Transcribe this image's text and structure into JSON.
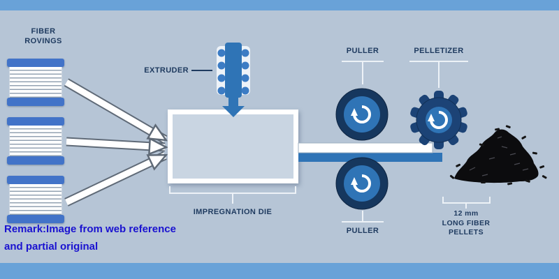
{
  "colors": {
    "top_bottom_band": "#69a2d8",
    "background": "#b6c5d6",
    "label_text": "#1e3a5f",
    "wheel_outer": "#16375e",
    "wheel_inner": "#2f74b6",
    "roving_cap_blue": "#4273c8",
    "strand_bar_blue": "#2f74b6",
    "remark_text_blue": "#1a12d0"
  },
  "labels": {
    "fiber_rovings": "FIBER\nROVINGS",
    "extruder": "EXTRUDER",
    "impregnation_die": "IMPREGNATION DIE",
    "puller_top": "PULLER",
    "puller_bottom": "PULLER",
    "pelletizer": "PELLETIZER",
    "pellets": "12 mm\nLONG FIBER\nPELLETS"
  },
  "remark": {
    "line1": "Remark:Image from web reference",
    "line2": "and partial original"
  }
}
